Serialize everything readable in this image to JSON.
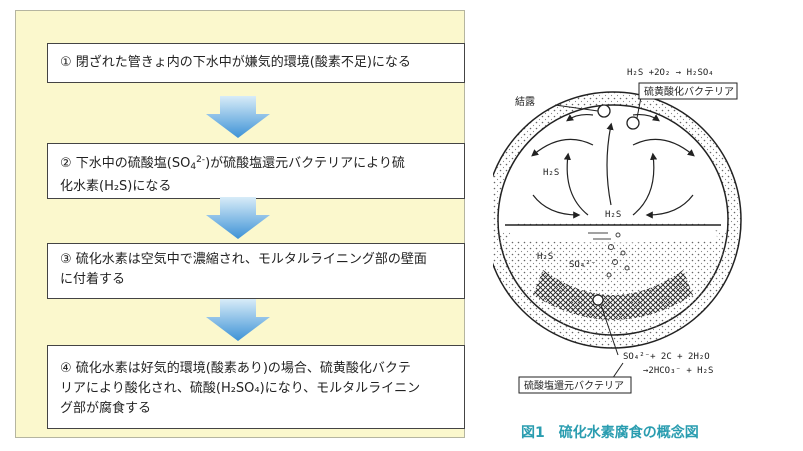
{
  "steps": [
    {
      "text": "① 閉ざれた管きょ内の下水中が嫌気的環境(酸素不足)になる"
    },
    {
      "line1_a": "② 下水中の硫酸塩(SO",
      "line1_sub": "4",
      "line1_sup": "2-",
      "line1_b": ")が硫酸塩還元バクテリアにより硫",
      "line2": "化水素(H₂S)になる"
    },
    {
      "line1": "③ 硫化水素は空気中で濃縮され、モルタルライニング部の壁面",
      "line2": "に付着する"
    },
    {
      "line1": "④ 硫化水素は好気的環境(酸素あり)の場合、硫黄酸化バクテ",
      "line2": "リアにより酸化され、硫酸(H₂SO₄)になり、モルタルライニン",
      "line3": "グ部が腐食する"
    }
  ],
  "figure": {
    "reaction_top": "H₂S +2O₂ → H₂SO₄",
    "label_condensation": "結露",
    "label_sulfur_oxidizing": "硫黄酸化バクテリア",
    "label_h2s_left": "H₂S",
    "label_h2s_center": "H₂S",
    "label_h2s_water": "H₂S",
    "label_so4": "SO₄²⁻",
    "reaction_bottom_1": "SO₄²⁻+ 2C + 2H₂O",
    "reaction_bottom_2": "→2HCO₃⁻ + H₂S",
    "label_sulfate_reducing": "硫酸塩還元バクテリア"
  },
  "caption": {
    "number": "図1",
    "title": "硫化水素腐食の概念図"
  },
  "colors": {
    "panel": "#fbf8cd",
    "arrow_top": "#d8ecf8",
    "arrow_bottom": "#3d92d6",
    "caption": "#2a9db0"
  }
}
